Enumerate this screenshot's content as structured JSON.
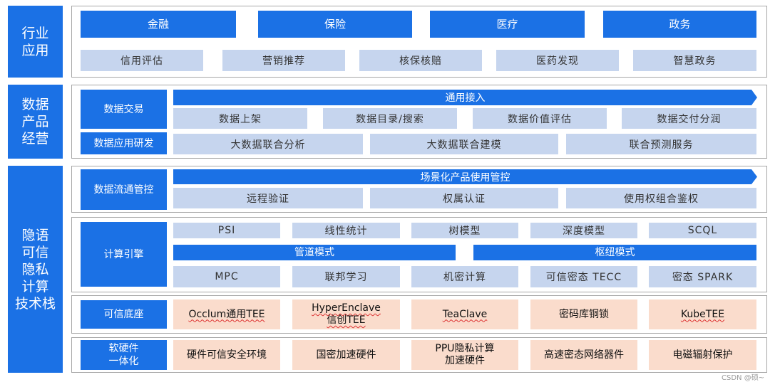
{
  "industry": {
    "label": "行业\n应用",
    "sectors": [
      "金融",
      "保险",
      "医疗",
      "政务"
    ],
    "apps": [
      "信用评估",
      "营销推荐",
      "核保核赔",
      "医药发现",
      "智慧政务"
    ]
  },
  "data_ops": {
    "label": "数据\n产品\n经营",
    "trade_label": "数据交易",
    "app_dev_label": "数据应用研发",
    "access_banner": "通用接入",
    "trade_items": [
      "数据上架",
      "数据目录/搜索",
      "数据价值评估",
      "数据交付分润"
    ],
    "dev_items": [
      "大数据联合分析",
      "大数据联合建模",
      "联合预测服务"
    ]
  },
  "privacy": {
    "label": "隐语\n可信\n隐私\n计算\n技术栈",
    "flow": {
      "label": "数据流通管控",
      "banner": "场景化产品使用管控",
      "items": [
        "远程验证",
        "权属认证",
        "使用权组合鉴权"
      ]
    },
    "compute": {
      "label": "计算引擎",
      "top": [
        "PSI",
        "线性统计",
        "树模型",
        "深度模型",
        "SCQL"
      ],
      "pipeline_mode": "管道模式",
      "hub_mode": "枢纽模式",
      "bottom": [
        "MPC",
        "联邦学习",
        "机密计算",
        "可信密态 TECC",
        "密态 SPARK"
      ]
    },
    "trusted_base": {
      "label": "可信底座",
      "items": [
        "Occlum通用TEE",
        "HyperEnclave\n信创TEE",
        "TeaClave",
        "密码库铜锁",
        "KubeTEE"
      ]
    },
    "hw": {
      "label": "软硬件\n一体化",
      "items": [
        "硬件可信安全环境",
        "国密加速硬件",
        "PPU隐私计算\n加速硬件",
        "高速密态网络器件",
        "电磁辐射保护"
      ]
    }
  },
  "watermark": "CSDN @硕~"
}
